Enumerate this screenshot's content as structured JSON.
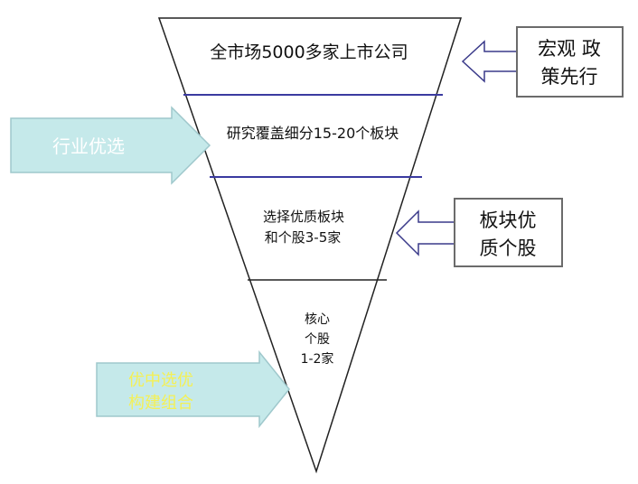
{
  "tiers": [
    {
      "lines": [
        "全市场5000多家上市公司"
      ]
    },
    {
      "lines": [
        "研究覆盖细分15-20个板块"
      ]
    },
    {
      "lines": [
        "选择优质板块",
        "和个股3-5家"
      ]
    },
    {
      "lines": [
        "核心",
        "个股",
        "1-2家"
      ]
    }
  ],
  "callouts": {
    "policy": {
      "lines": [
        "宏观 政",
        "策先行"
      ]
    },
    "industry": {
      "lines": [
        "行业优选"
      ]
    },
    "sector": {
      "lines": [
        "板块优",
        "质个股"
      ]
    },
    "portfolio": {
      "lines": [
        "优中选优",
        "构建组合"
      ]
    }
  },
  "colors": {
    "divider": "#3a3aa0",
    "teal_fill": "#c5e9ea",
    "teal_border": "#9fc8cc",
    "teal_text": "#ffffff",
    "portfolio_text": "#f4f055",
    "arrow_stroke": "#3a3a8a",
    "gray_border": "#6b6b6b"
  }
}
